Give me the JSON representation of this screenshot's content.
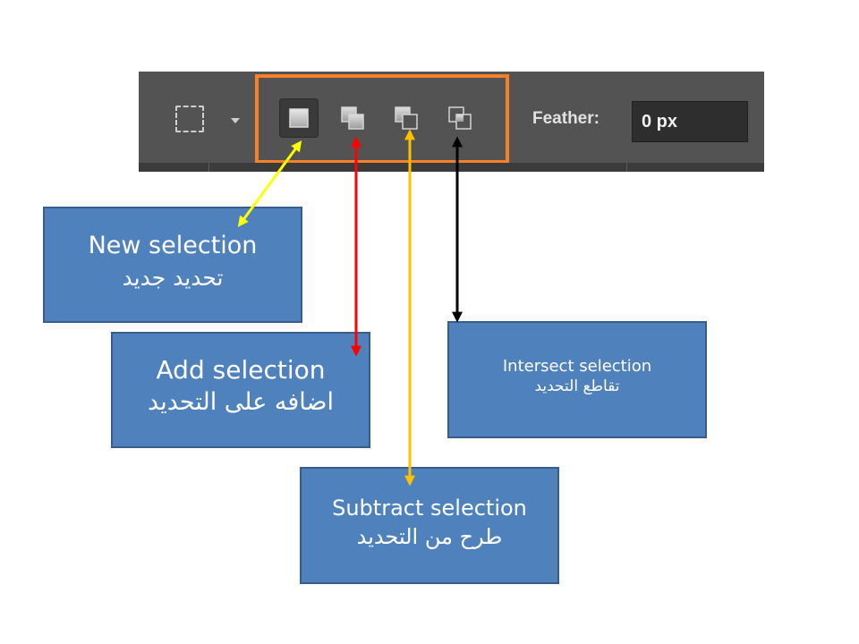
{
  "toolbar": {
    "marquee_tool_icon": "rectangular-marquee-icon",
    "modes": [
      {
        "name": "new-selection",
        "icon": "new-selection-icon",
        "active": true
      },
      {
        "name": "add-to-selection",
        "icon": "add-to-selection-icon",
        "active": false
      },
      {
        "name": "subtract-from-selection",
        "icon": "subtract-from-selection-icon",
        "active": false
      },
      {
        "name": "intersect-selection",
        "icon": "intersect-selection-icon",
        "active": false
      }
    ],
    "feather_label": "Feather:",
    "feather_value": "0 px",
    "highlight_color": "#f5822a"
  },
  "callouts": {
    "new": {
      "en": "New selection",
      "ar": "تحديد جديد",
      "arrow_color": "#ffff00"
    },
    "add": {
      "en": "Add selection",
      "ar": "اضافه على التحديد",
      "arrow_color": "#ff0000"
    },
    "subtract": {
      "en": "Subtract selection",
      "ar": "طرح من التحديد",
      "arrow_color": "#ffc000"
    },
    "intersect": {
      "en": "Intersect selection",
      "ar": "تقاطع التحديد",
      "arrow_color": "#000000"
    }
  },
  "colors": {
    "callout_fill": "#4f81bd",
    "callout_border": "#385d8a",
    "toolbar_bg": "#535353"
  }
}
